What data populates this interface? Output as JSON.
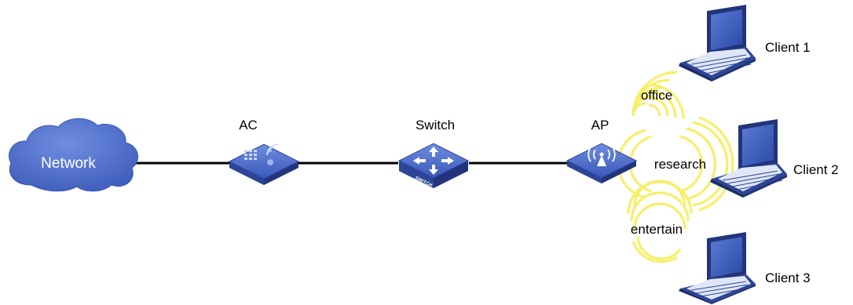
{
  "colors": {
    "device_blue": "#3a58b8",
    "device_dark": "#22357a",
    "cloud_blue": "#4c6bc8",
    "wave_yellow": "#f7ef6a",
    "link": "#000000"
  },
  "nodes": {
    "network": {
      "label": "Network",
      "icon": "cloud-icon"
    },
    "ac": {
      "label": "AC",
      "icon": "access-controller-icon"
    },
    "switch": {
      "label": "Switch",
      "icon": "switch-icon",
      "badge": "SWITCH"
    },
    "ap": {
      "label": "AP",
      "icon": "access-point-icon"
    }
  },
  "clients": [
    {
      "label": "Client 1",
      "icon": "laptop-icon"
    },
    {
      "label": "Client 2",
      "icon": "laptop-icon"
    },
    {
      "label": "Client 3",
      "icon": "laptop-icon"
    }
  ],
  "ssids": [
    {
      "label": "office",
      "icon": "wireless-signal-icon"
    },
    {
      "label": "research",
      "icon": "wireless-signal-icon"
    },
    {
      "label": "entertain",
      "icon": "wireless-signal-icon"
    }
  ]
}
